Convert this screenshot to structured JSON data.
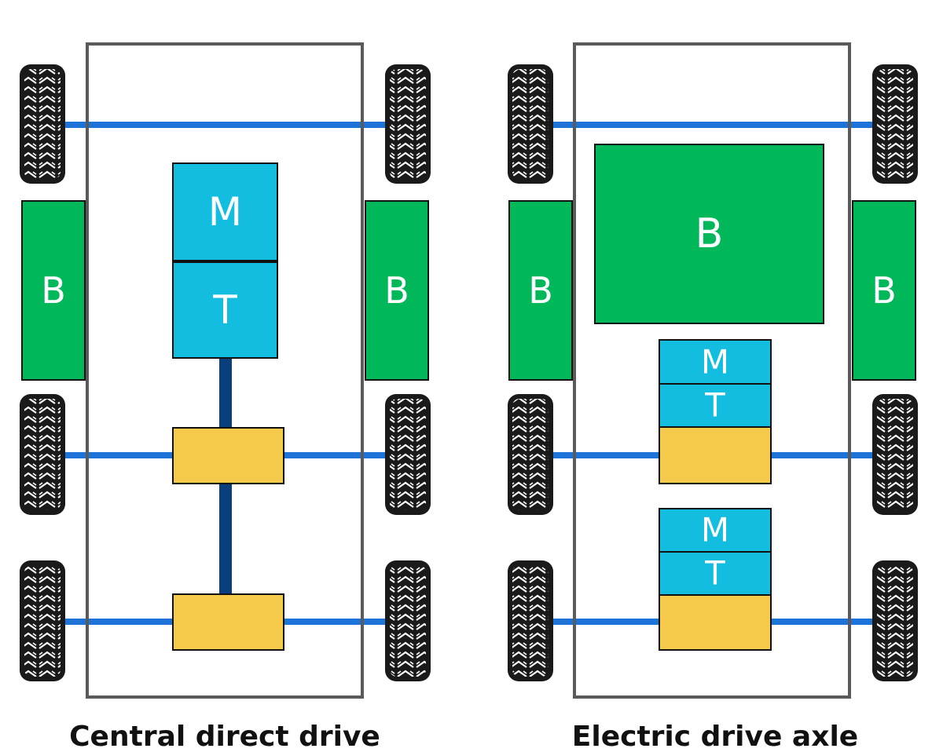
{
  "diagrams": [
    {
      "caption": "Central direct drive",
      "battery_label": "B",
      "motor_label": "M",
      "transmission_label": "T"
    },
    {
      "caption": "Electric drive axle",
      "battery_label": "B",
      "motor_label": "M",
      "transmission_label": "T"
    }
  ],
  "colors": {
    "frame": "#5a5a5a",
    "axle": "#1e73d8",
    "driveshaft": "#0b3e7c",
    "battery": "#00b85a",
    "motor_transmission": "#12bde0",
    "differential": "#f5c94a",
    "tire": "#1a1a1a"
  }
}
